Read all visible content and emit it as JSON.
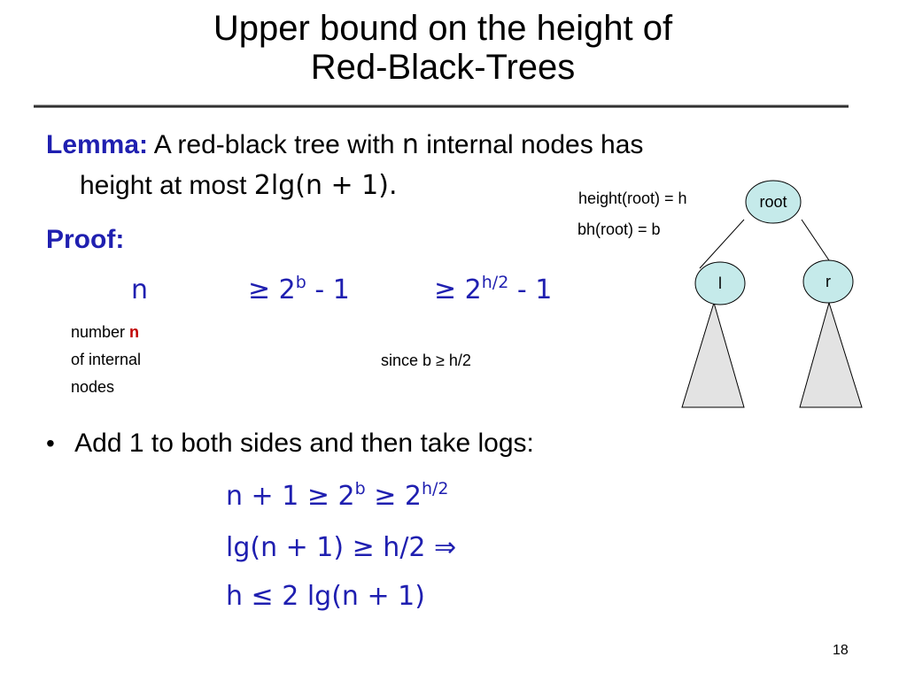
{
  "slide": {
    "title_line1": "Upper bound on the height of",
    "title_line2": "Red-Black-Trees",
    "page_number": "18"
  },
  "lemma": {
    "label": "Lemma:",
    "text1": "A red-black tree with",
    "n": "n",
    "text2": "internal nodes has",
    "text3": "height at most",
    "formula": "2lg(n + 1)."
  },
  "proof": {
    "label": "Proof:",
    "n": "n",
    "ineq1_base": "≥ 2",
    "ineq1_exp": "b",
    "ineq1_tail": "- 1",
    "ineq2_base": "≥ 2",
    "ineq2_exp": "h/2",
    "ineq2_tail": "- 1",
    "note_line1": "number",
    "note_n": "n",
    "note_line2": "of internal",
    "note_line3": "nodes",
    "since": "since b ≥ h/2"
  },
  "tree": {
    "height_label": "height(root) = h",
    "bh_label": "bh(root) = b",
    "root": "root",
    "left": "l",
    "right": "r",
    "node_color": "#c5eaea",
    "subtree_color": "#e3e3e3"
  },
  "steps": {
    "bullet": "•",
    "text": "Add 1 to both sides and then take logs:",
    "line1_a": "n + 1 ≥ 2",
    "line1_exp1": "b",
    "line1_b": "≥ 2",
    "line1_exp2": "h/2",
    "line2": "lg(n + 1) ≥ h/2 ⇒",
    "line3": "h ≤ 2 lg(n + 1)"
  }
}
